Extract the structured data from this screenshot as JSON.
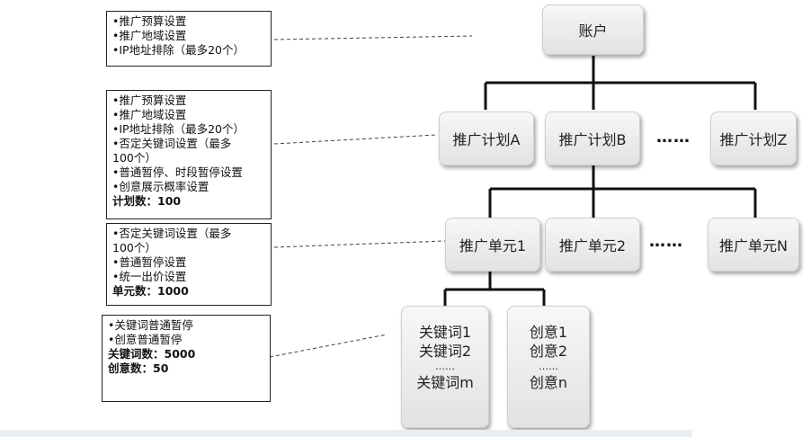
{
  "notes": {
    "account": [
      "•推广预算设置",
      "•推广地域设置",
      "•IP地址排除（最多20个）"
    ],
    "plan": {
      "items": [
        "•推广预算设置",
        "•推广地域设置",
        "•IP地址排除（最多20个）",
        "•否定关键词设置（最多",
        "100个）",
        "•普通暂停、时段暂停设置",
        "•创意展示概率设置"
      ],
      "count": "计划数：100"
    },
    "unit": {
      "items": [
        "•否定关键词设置（最多",
        "100个）",
        "•普通暂停设置",
        "•统一出价设置"
      ],
      "count": "单元数：1000"
    },
    "keyword": {
      "items": [
        "•关键词普通暂停",
        "•创意普通暂停"
      ],
      "count1": "关键词数：5000",
      "count2": "创意数：50"
    }
  },
  "tree": {
    "account": "账户",
    "plans": [
      "推广计划A",
      "推广计划B",
      "推广计划Z"
    ],
    "plan_ellipsis": "……",
    "units": [
      "推广单元1",
      "推广单元2",
      "推广单元N"
    ],
    "unit_ellipsis": "……",
    "keywords": {
      "first": "关键词1",
      "second": "关键词2",
      "dots": "……",
      "last": "关键词m"
    },
    "creatives": {
      "first": "创意1",
      "second": "创意2",
      "dots": "……",
      "last": "创意n"
    }
  }
}
